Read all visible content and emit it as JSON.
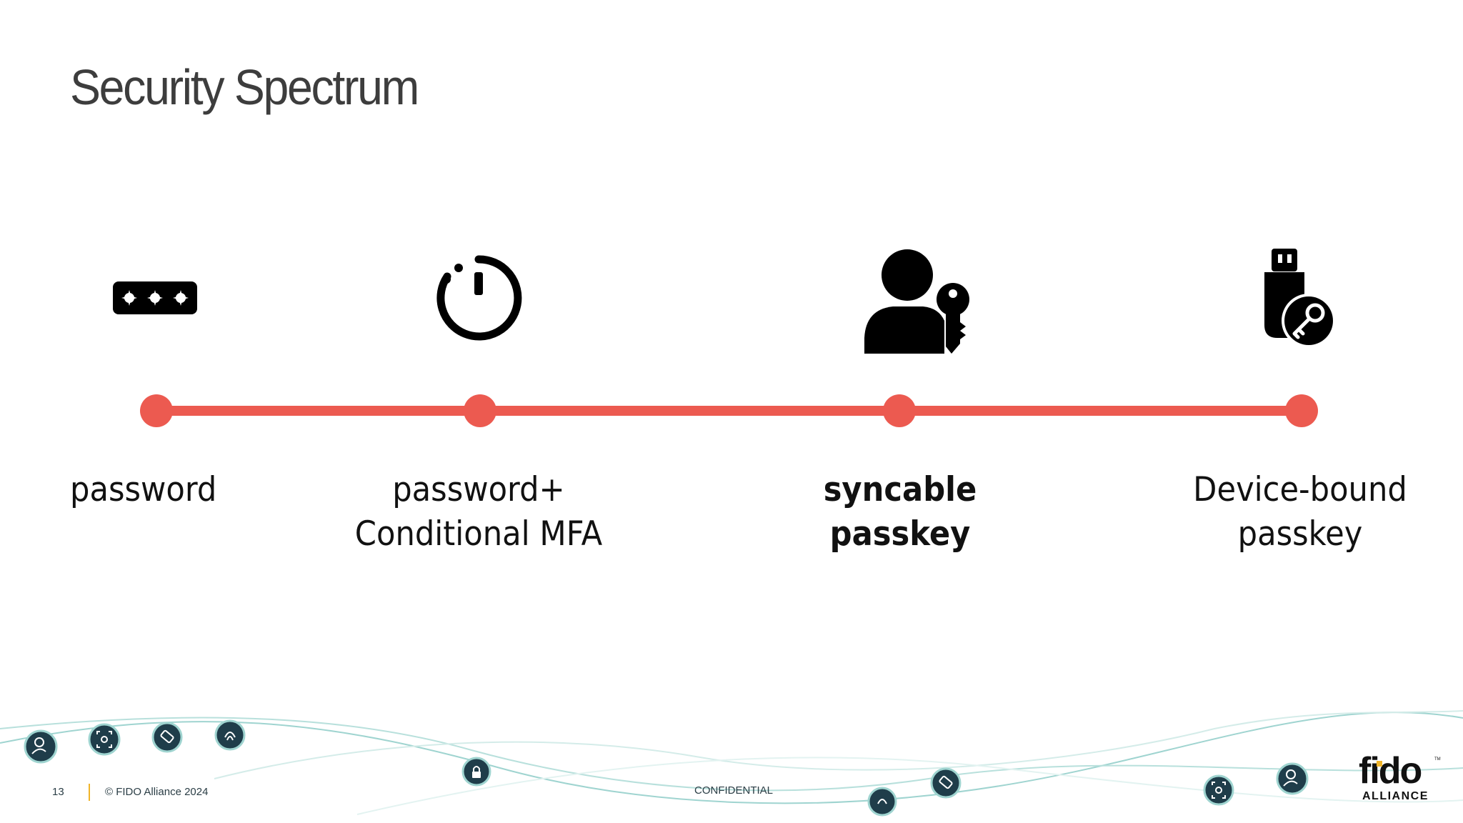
{
  "slide": {
    "title": "Security Spectrum",
    "accent_color": "#ec5a50",
    "stops": [
      {
        "icon": "password-field-icon",
        "lines": [
          "password"
        ],
        "bold": false
      },
      {
        "icon": "timer-icon",
        "lines": [
          "password+",
          "Conditional MFA"
        ],
        "bold": false
      },
      {
        "icon": "user-key-icon",
        "lines": [
          "syncable",
          "passkey"
        ],
        "bold": true
      },
      {
        "icon": "usb-security-key-icon",
        "lines": [
          "Device-bound",
          "passkey"
        ],
        "bold": false
      }
    ]
  },
  "footer": {
    "page_number": "13",
    "copyright": "© FIDO Alliance 2024",
    "confidential": "CONFIDENTIAL",
    "divider_color": "#f0b429"
  },
  "logo": {
    "wordmark": "fido",
    "subtitle": "ALLIANCE",
    "tm": "TM",
    "accent_color": "#f0b429"
  },
  "decor_icons": [
    "user-shield-icon",
    "face-id-icon",
    "usb-key-icon",
    "fingerprint-icon",
    "lock-icon"
  ]
}
